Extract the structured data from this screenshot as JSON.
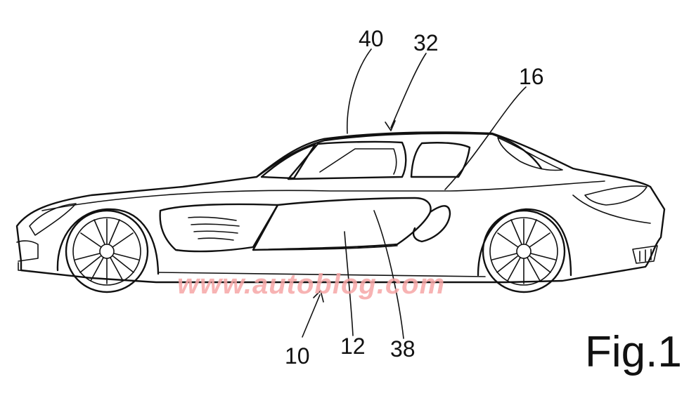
{
  "figure": {
    "caption": "Fig.1",
    "watermark": "www.autoblog.com"
  },
  "labels": {
    "l40": "40",
    "l32": "32",
    "l16": "16",
    "l10": "10",
    "l12": "12",
    "l38": "38"
  },
  "colors": {
    "ink": "#111111",
    "watermark": "#f6a6a6",
    "background": "#ffffff"
  }
}
